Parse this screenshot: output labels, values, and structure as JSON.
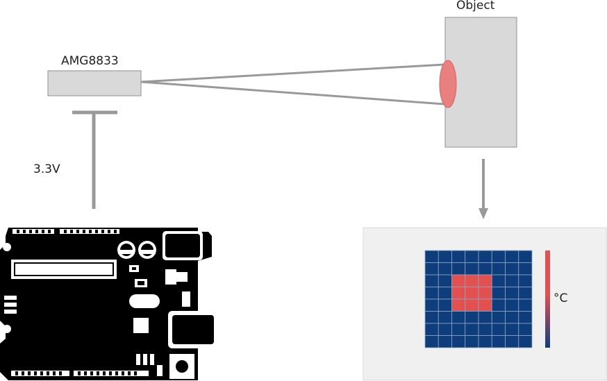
{
  "labels": {
    "sensor": "AMG8833",
    "object": "Object",
    "voltage": "3.3V",
    "unit": "°C"
  },
  "colors": {
    "line": "#999999",
    "box_fill": "#d9d9d9",
    "box_stroke": "#8f8f8f",
    "hot": "#e35050",
    "cold": "#0e3d7c",
    "board": "#000000",
    "panel": "#f0f0f0"
  },
  "thermal_grid": {
    "rows": 8,
    "cols": 8,
    "hot_region": {
      "row_start": 2,
      "row_end": 4,
      "col_start": 2,
      "col_end": 4
    }
  }
}
